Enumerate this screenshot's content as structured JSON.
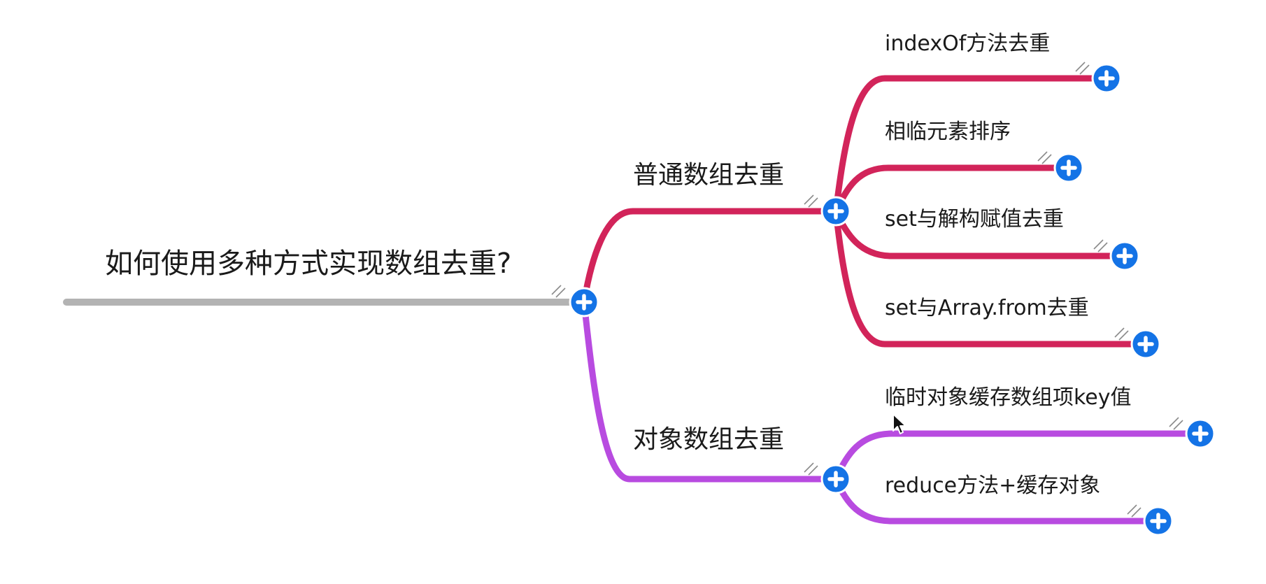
{
  "mindmap": {
    "root": {
      "label": "如何使用多种方式实现数组去重?",
      "line_color": "#b3b3b3"
    },
    "branches": [
      {
        "label": "普通数组去重",
        "color": "#d2245a",
        "children": [
          {
            "label": "indexOf方法去重"
          },
          {
            "label": "相临元素排序"
          },
          {
            "label": "set与解构赋值去重"
          },
          {
            "label": "set与Array.from去重"
          }
        ]
      },
      {
        "label": "对象数组去重",
        "color": "#b84be0",
        "children": [
          {
            "label": "临时对象缓存数组项key值"
          },
          {
            "label": "reduce方法+缓存对象"
          }
        ]
      }
    ],
    "expand_icon": "plus-circle-icon",
    "expand_color": "#1473e6",
    "cursor_icon": "mouse-pointer-icon"
  }
}
